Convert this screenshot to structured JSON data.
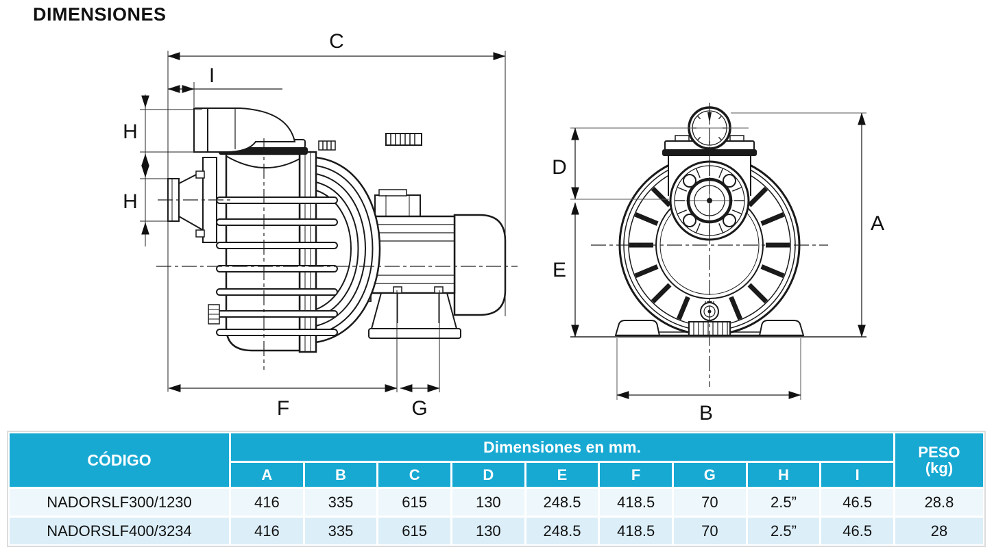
{
  "title": "DIMENSIONES",
  "colors": {
    "header_bg": "#18a9d3",
    "row1_bg": "#eef7fb",
    "row2_bg": "#dceef8",
    "line": "#1a1a1a"
  },
  "diagram": {
    "side_view_labels": {
      "c": "C",
      "i": "I",
      "h_top": "H",
      "h_bottom": "H",
      "f": "F",
      "g": "G"
    },
    "front_view_labels": {
      "a": "A",
      "b": "B",
      "d": "D",
      "e": "E"
    }
  },
  "table": {
    "code_header": "CÓDIGO",
    "group_header": "Dimensiones en mm.",
    "peso_header_line1": "PESO",
    "peso_header_line2": "(kg)",
    "dim_columns": [
      "A",
      "B",
      "C",
      "D",
      "E",
      "F",
      "G",
      "H",
      "I"
    ],
    "rows": [
      {
        "code": "NADORSLF300/1230",
        "values": [
          "416",
          "335",
          "615",
          "130",
          "248.5",
          "418.5",
          "70",
          "2.5”",
          "46.5"
        ],
        "peso": "28.8"
      },
      {
        "code": "NADORSLF400/3234",
        "values": [
          "416",
          "335",
          "615",
          "130",
          "248.5",
          "418.5",
          "70",
          "2.5”",
          "46.5"
        ],
        "peso": "28"
      }
    ]
  }
}
